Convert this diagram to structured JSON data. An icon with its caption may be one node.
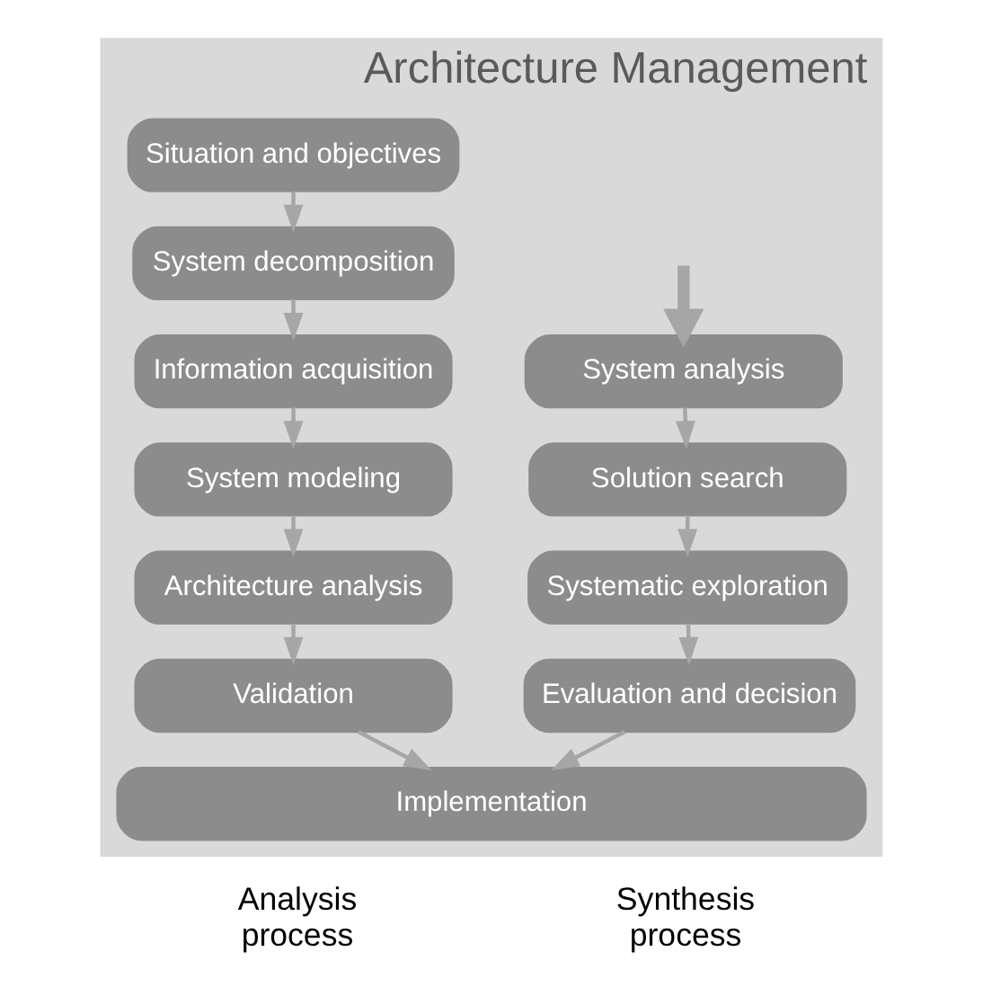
{
  "diagram": {
    "nodes": [
      {
        "text": [
          "Architecture Management"
        ]
      },
      {
        "text": [
          "Situation and objectives"
        ],
        "in": 0
      },
      {
        "text": [
          "System decomposition"
        ],
        "in": 0
      },
      {
        "text": [
          "Information acquisition"
        ],
        "in": 0
      },
      {
        "text": [
          "System modeling"
        ],
        "in": 0
      },
      {
        "text": [
          "Architecture analysis"
        ],
        "in": 0
      },
      {
        "text": [
          "Validation"
        ],
        "in": 0
      },
      {
        "text": [
          "System analysis"
        ],
        "in": 0
      },
      {
        "text": [
          "Solution search"
        ],
        "in": 0
      },
      {
        "text": [
          "Systematic exploration"
        ],
        "in": 0
      },
      {
        "text": [
          "Evaluation and decision"
        ],
        "in": 0
      },
      {
        "text": [
          "Implementation"
        ],
        "in": 0
      }
    ],
    "edges": [
      {
        "from": 1,
        "to": 2,
        "arrow": "to"
      },
      {
        "from": 2,
        "to": 3,
        "arrow": "to"
      },
      {
        "from": 3,
        "to": 4,
        "arrow": "to"
      },
      {
        "from": 4,
        "to": 5,
        "arrow": "to"
      },
      {
        "from": 5,
        "to": 6,
        "arrow": "to"
      },
      {
        "from": null,
        "to": 7,
        "arrow": "to",
        "style": "thick"
      },
      {
        "from": 7,
        "to": 8,
        "arrow": "to"
      },
      {
        "from": 8,
        "to": 9,
        "arrow": "to"
      },
      {
        "from": 9,
        "to": 10,
        "arrow": "to"
      },
      {
        "from": 6,
        "to": 11,
        "arrow": "to"
      },
      {
        "from": 10,
        "to": 11,
        "arrow": "to"
      }
    ],
    "labels": [
      "Analysis process",
      "Synthesis process"
    ]
  }
}
